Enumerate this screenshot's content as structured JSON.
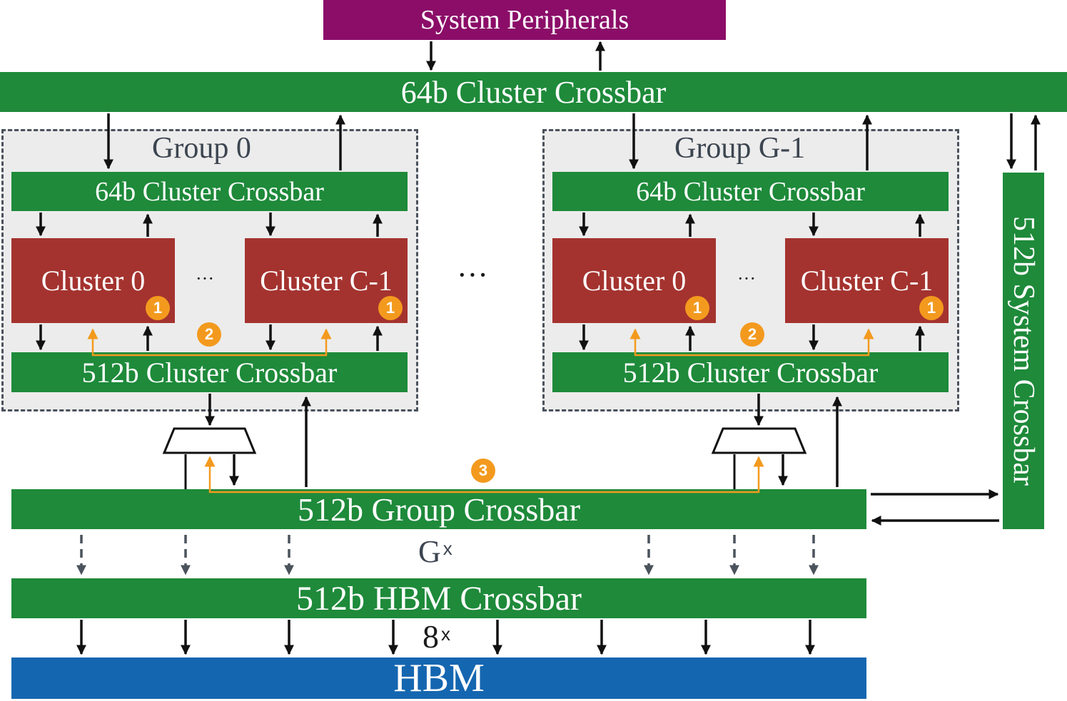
{
  "system_peripherals": {
    "label": "System Peripherals",
    "color": "#8b0d68"
  },
  "top_crossbar": {
    "label": "64b Cluster Crossbar"
  },
  "group_first": {
    "title": "Group 0",
    "crossbar_64": "64b Cluster Crossbar",
    "cluster_a": "Cluster 0",
    "cluster_b": "Cluster C-1",
    "ellipsis": "···",
    "crossbar_512": "512b Cluster Crossbar"
  },
  "group_last": {
    "title": "Group G-1",
    "crossbar_64": "64b Cluster Crossbar",
    "cluster_a": "Cluster 0",
    "cluster_b": "Cluster C-1",
    "ellipsis": "···",
    "crossbar_512": "512b Cluster Crossbar"
  },
  "groups_ellipsis": "···",
  "badges": {
    "one": "1",
    "two": "2",
    "three": "3"
  },
  "system_crossbar": {
    "label": "512b System Crossbar"
  },
  "group_crossbar": {
    "label": "512b Group Crossbar"
  },
  "g_multiplier": {
    "value": "G",
    "suffix": "x"
  },
  "hbm_crossbar": {
    "label": "512b HBM Crossbar"
  },
  "hbm_multiplier": {
    "value": "8",
    "suffix": "x"
  },
  "hbm": {
    "label": "HBM",
    "color": "#1566b0"
  },
  "colors": {
    "crossbar": "#1e8a3a",
    "cluster": "#a4332f",
    "highlight_path": "#f39a1e",
    "badge": "#f39a1e"
  }
}
